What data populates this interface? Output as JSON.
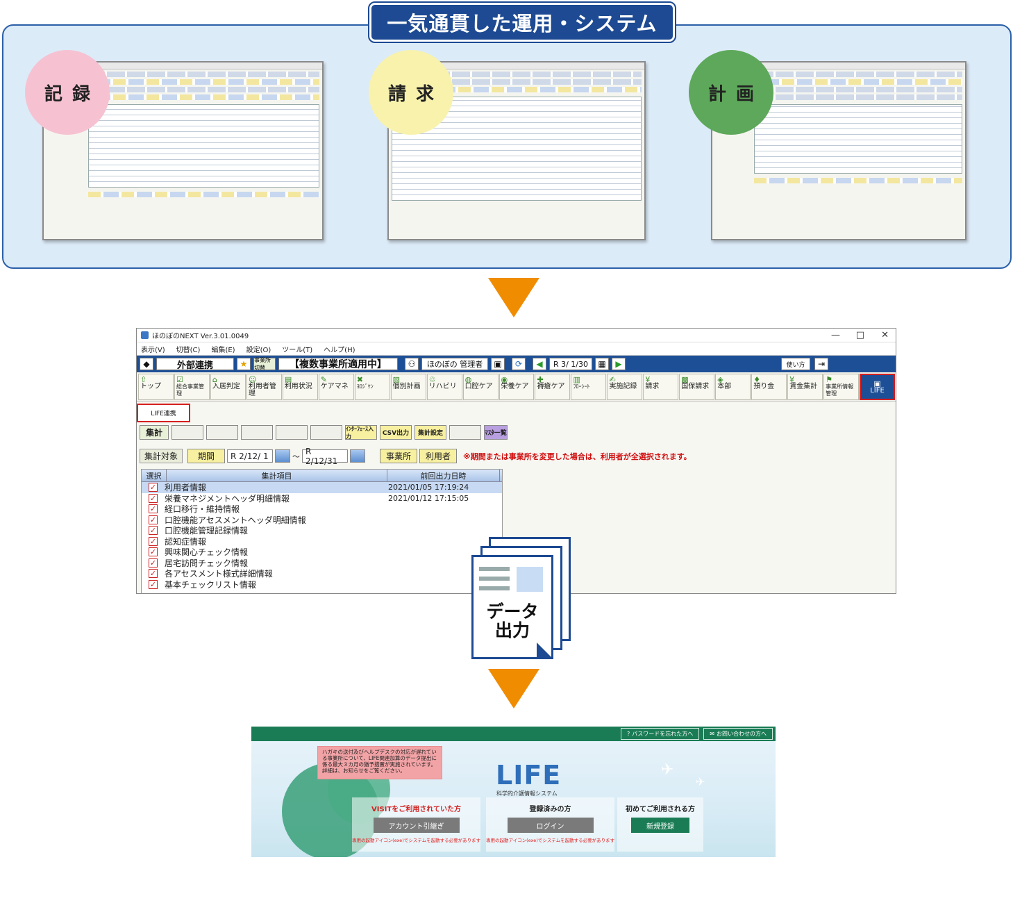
{
  "top": {
    "banner": "一気通貫した運用・システム",
    "circles": [
      {
        "label": "記録",
        "color": "#f6c2d2"
      },
      {
        "label": "請求",
        "color": "#f8f2ad"
      },
      {
        "label": "計画",
        "color": "#5da85a"
      }
    ]
  },
  "window": {
    "title": "ほのぼのNEXT  Ver.3.01.0049",
    "controls": {
      "min": "—",
      "max": "□",
      "close": "✕"
    },
    "menu": [
      "表示(V)",
      "切替(C)",
      "編集(E)",
      "設定(O)",
      "ツール(T)",
      "ヘルプ(H)"
    ],
    "header": {
      "module": "外部連携",
      "office_button": "事業所切替",
      "office_mode": "【複数事業所適用中】",
      "user": "ほのぼの 管理者",
      "period": "R 3/ 1/30",
      "help": "使い方"
    },
    "mode_tabs": [
      "トップ",
      "総合事業管理",
      "入居判定",
      "利用者管理",
      "利用状況",
      "ケアマネ",
      "ﾖﾛｼﾞｹﾝ",
      "個別計画",
      "リハビリ",
      "口腔ケア",
      "栄養ケア",
      "褥瘡ケア",
      "ﾌﾛｰｼｰﾄ",
      "実施記録",
      "請求",
      "国保請求",
      "本部",
      "預り金",
      "賃金集計",
      "事業所情報管理",
      "LIFE"
    ],
    "sub_tab": "LIFE連携",
    "toolbar": {
      "collect": "集計",
      "interface": "ｲﾝﾀｰﾌｪｰｽ入力",
      "csv": "CSV出力",
      "collect_setting": "集計設定",
      "master": "ﾏｽﾀ一覧"
    },
    "filter": {
      "target_label": "集計対象",
      "period_label": "期間",
      "from": "R 2/12/ 1",
      "tilde": "～",
      "to": "R 2/12/31",
      "office": "事業所",
      "user": "利用者",
      "warning": "※期間または事業所を変更した場合は、利用者が全選択されます。"
    },
    "list": {
      "headers": [
        "選択",
        "集計項目",
        "前回出力日時"
      ],
      "rows": [
        {
          "item": "利用者情報",
          "time": "2021/01/05  17:19:24",
          "checked": true
        },
        {
          "item": "栄養マネジメントヘッダ明細情報",
          "time": "2021/01/12  17:15:05",
          "checked": true
        },
        {
          "item": "経口移行・維持情報",
          "time": "",
          "checked": true
        },
        {
          "item": "口腔機能アセスメントヘッダ明細情報",
          "time": "",
          "checked": true
        },
        {
          "item": "口腔機能管理記録情報",
          "time": "",
          "checked": true
        },
        {
          "item": "認知症情報",
          "time": "",
          "checked": true
        },
        {
          "item": "興味関心チェック情報",
          "time": "",
          "checked": true
        },
        {
          "item": "居宅訪問チェック情報",
          "time": "",
          "checked": true
        },
        {
          "item": "各アセスメント様式詳細情報",
          "time": "",
          "checked": true
        },
        {
          "item": "基本チェックリスト情報",
          "time": "",
          "checked": true
        }
      ]
    }
  },
  "output": {
    "line1": "データ",
    "line2": "出力"
  },
  "life": {
    "top_buttons": [
      "パスワードを忘れた方へ",
      "お問い合わせの方へ"
    ],
    "notice": "ハガキの送付及びヘルプデスクの対応が遅れている事業所について、LIFE関連加算のデータ提出に係る最大３カ月の猶予措置が実施されています。詳細は、お知らせをご覧ください。",
    "logo": "LIFE",
    "subtitle": "科学的介護情報システム",
    "panels": [
      {
        "title": "VISITをご利用されていた方",
        "button": "アカウント引継ぎ",
        "note": "専用の起動アイコン(exe)でシステムを起動する必要があります",
        "title_color": "#d02020",
        "button_color": "#7a7a7a"
      },
      {
        "title": "登録済みの方",
        "button": "ログイン",
        "note": "専用の起動アイコン(exe)でシステムを起動する必要があります",
        "title_color": "#222222",
        "button_color": "#7a7a7a"
      },
      {
        "title": "初めてご利用される方",
        "button": "新規登録",
        "note": "",
        "title_color": "#222222",
        "button_color": "#1a7c55"
      }
    ]
  },
  "colors": {
    "accent": "#1d4a92",
    "arrow": "#f08c00",
    "highlight": "#d51f1f"
  }
}
